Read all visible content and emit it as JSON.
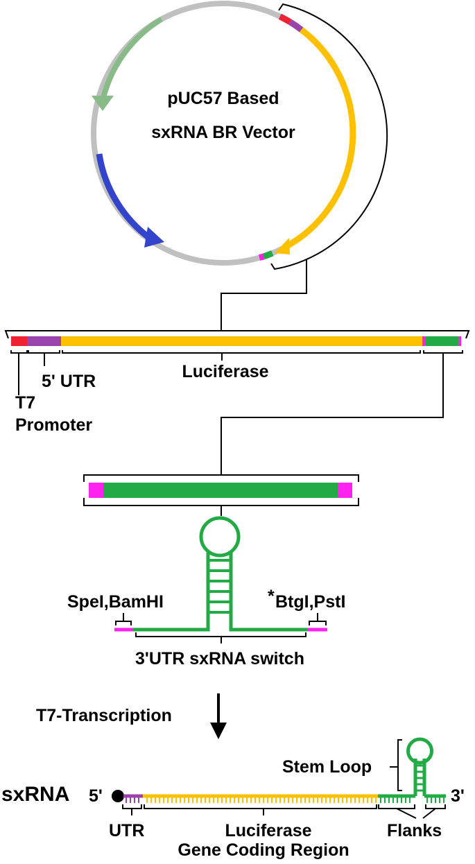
{
  "plasmid": {
    "title_line1": "pUC57 Based",
    "title_line2": "sxRNA BR Vector"
  },
  "construct": {
    "luciferase_label": "Luciferase",
    "utr_label": "5' UTR",
    "t7_label_line1": "T7",
    "t7_label_line2": "Promoter"
  },
  "switch": {
    "left_sites_label": "SpeI,BamHI",
    "asterisk": "*",
    "right_sites_label": "BtgI,PstI",
    "caption": "3'UTR sxRNA switch"
  },
  "transcription": {
    "label": "T7-Transcription"
  },
  "sxrna": {
    "name": "sxRNA",
    "five_prime": "5'",
    "three_prime": "3'",
    "stem_loop_label": "Stem Loop",
    "utr_label": "UTR",
    "luciferase_label": "Luciferase",
    "gene_region_label": "Gene Coding Region",
    "flanks_label": "Flanks"
  },
  "colors": {
    "t7_promoter": "#ee2233",
    "utr": "#9944aa",
    "luciferase": "#ffc000",
    "switch": "#22aa44",
    "restriction_sites": "#ff22ee",
    "backbone": "#c0c0c0",
    "feature_sage": "#88bb88",
    "feature_blue": "#3344cc"
  }
}
